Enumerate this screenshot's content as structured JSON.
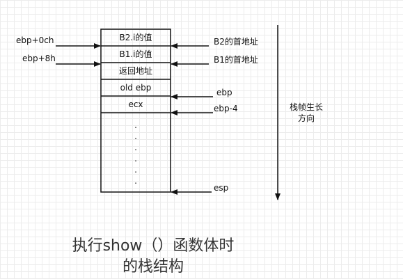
{
  "stack_cells": [
    "B2.i的值",
    "B1.i的值",
    "返回地址",
    "old ebp",
    "ecx"
  ],
  "ellipsis": ".",
  "left_labels": [
    "ebp+0ch",
    "ebp+8h"
  ],
  "right_labels": [
    "B2的首地址",
    "B1的首地址",
    "ebp",
    "ebp-4",
    "esp"
  ],
  "growth": {
    "line1": "栈帧生长",
    "line2": "方向"
  },
  "caption": {
    "line1": "执行show（）函数体时",
    "line2": "的栈结构"
  }
}
